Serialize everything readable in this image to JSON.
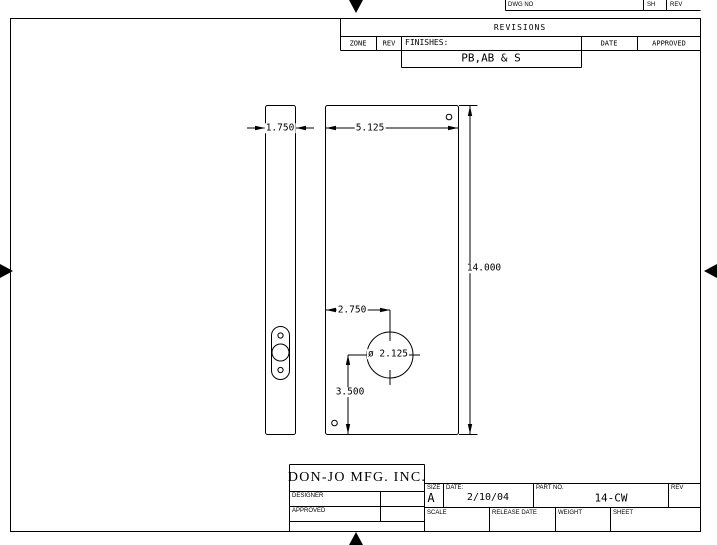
{
  "sheet": {
    "top_strip": {
      "dwg_no": "DWG NO",
      "sh": "SH",
      "rev": "REV"
    },
    "revisions": {
      "title": "REVISIONS",
      "zone": "ZONE",
      "rev": "REV",
      "finishes_label": "FINISHES:",
      "finishes_value": "PB,AB & S",
      "date": "DATE",
      "approved": "APPROVED"
    },
    "drawing": {
      "edge_width": "1.750",
      "plate_width": "5.125",
      "plate_height": "14.000",
      "hole_center_from_edge": "2.750",
      "hole_diameter": "ø 2.125",
      "hole_center_from_bottom": "3.500"
    },
    "title_block": {
      "company": "DON-JO MFG. INC.",
      "designer": "DESIGNER",
      "approved": "APPROVED",
      "size_label": "SIZE",
      "size": "A",
      "date_label": "DATE:",
      "date": "2/10/04",
      "part_no_label": "PART NO.",
      "part_no": "14-CW",
      "rev_label": "REV",
      "scale_label": "SCALE",
      "release_date_label": "RELEASE DATE",
      "weight_label": "WEIGHT",
      "sheet_label": "SHEET"
    }
  }
}
